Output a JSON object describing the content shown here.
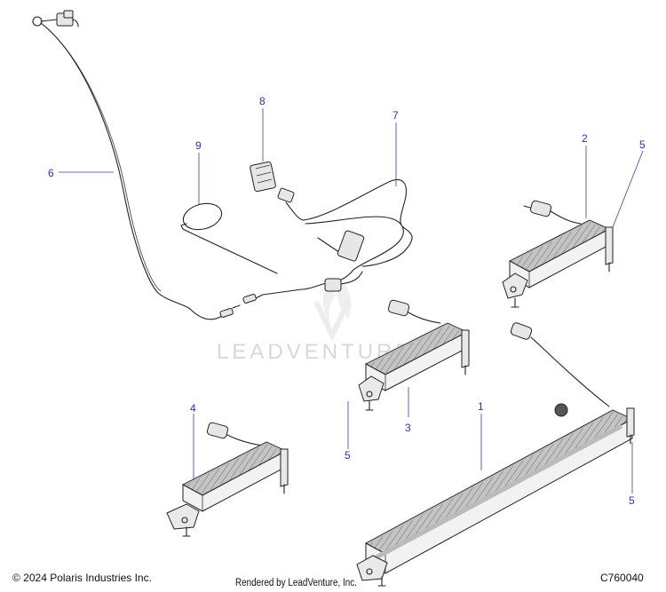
{
  "callouts": {
    "1": "1",
    "2": "2",
    "3": "3",
    "4": "4",
    "5a": "5",
    "5b": "5",
    "5c": "5",
    "6": "6",
    "7": "7",
    "8": "8",
    "9": "9"
  },
  "watermark": "LEADVENTURE",
  "footer": {
    "copyright": "© 2024 Polaris Industries Inc.",
    "rendered_by": "Rendered by LeadVenture, Inc.",
    "diagram_code": "C760040"
  },
  "colors": {
    "callout": "#2b2bd6",
    "leader": "#3a3ac8",
    "line": "#222222",
    "watermark": "#d8d8d8"
  }
}
